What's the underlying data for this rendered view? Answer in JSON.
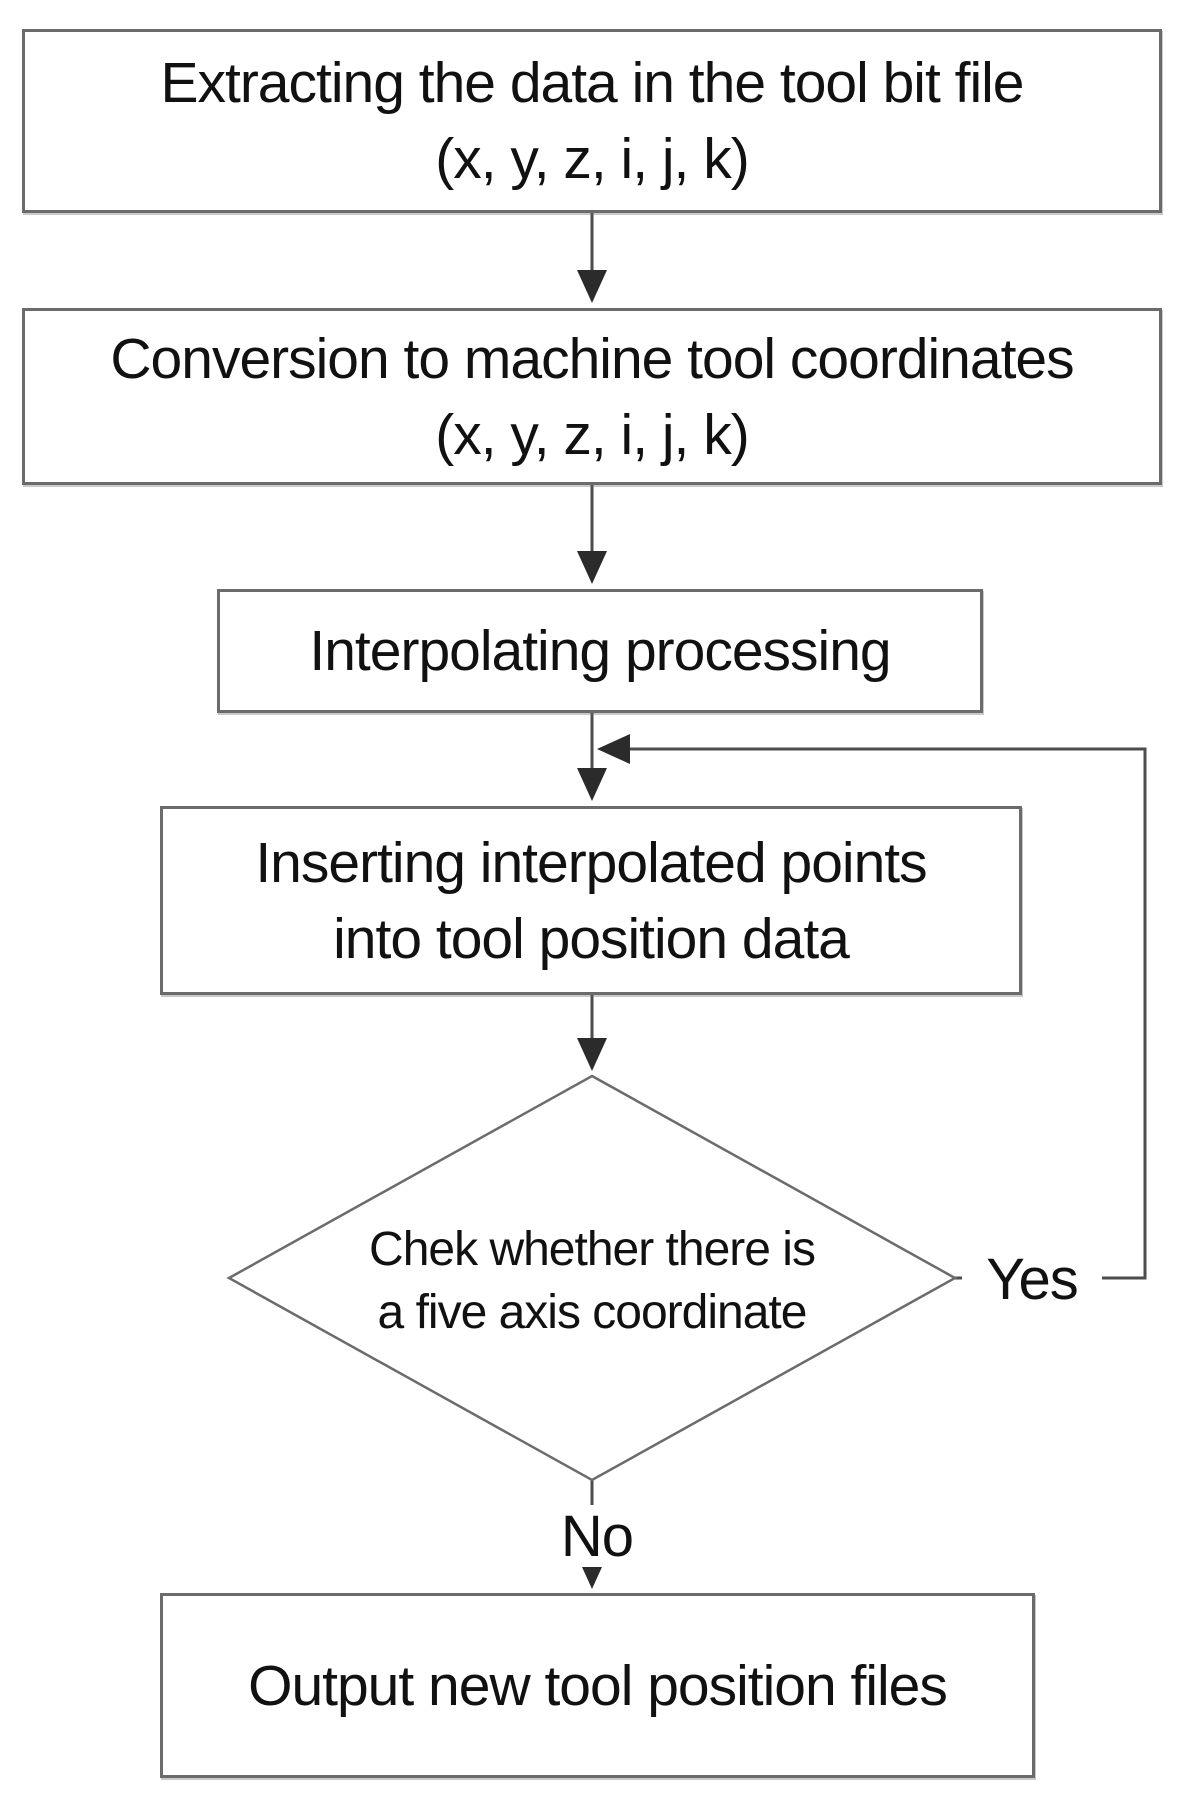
{
  "diagram": {
    "type": "flowchart",
    "nodes": {
      "extract": {
        "line1": "Extracting the data in the tool bit file",
        "line2": "(x, y, z, i, j, k)"
      },
      "convert": {
        "line1": "Conversion to machine tool coordinates",
        "line2": "(x, y, z, i, j, k)"
      },
      "interpolate": {
        "label": "Interpolating processing"
      },
      "insert": {
        "line1": "Inserting interpolated points",
        "line2": "into tool position data"
      },
      "decision": {
        "line1": "Chek whether there is",
        "line2": "a five axis coordinate"
      },
      "output": {
        "label": "Output new tool position files"
      }
    },
    "branch_labels": {
      "yes": "Yes",
      "no": "No"
    },
    "edges": [
      "extract -> convert",
      "convert -> interpolate",
      "interpolate -> insert",
      "insert -> decision",
      "decision -Yes-> insert (loop back)",
      "decision -No-> output"
    ],
    "colors": {
      "text": "#111111",
      "box_border": "#6a6b6d",
      "connector_line": "#4d4d4d",
      "background": "#ffffff"
    }
  }
}
